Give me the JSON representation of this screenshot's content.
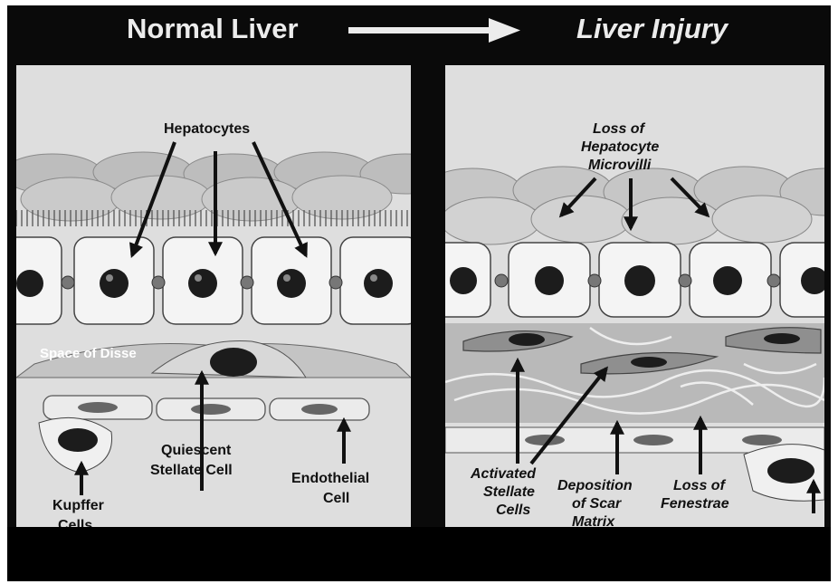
{
  "header": {
    "left_title": "Normal Liver",
    "right_title": "Liver Injury"
  },
  "left_panel": {
    "labels": {
      "hepatocytes": "Hepatocytes",
      "space_of_disse": "Space of Disse",
      "quiescent_1": "Quiescent",
      "quiescent_2": "Stellate Cell",
      "endothelial_1": "Endothelial",
      "endothelial_2": "Cell",
      "kupffer_1": "Kupffer",
      "kupffer_2": "Cells"
    }
  },
  "right_panel": {
    "labels": {
      "loss_1": "Loss of",
      "loss_2": "Hepatocyte",
      "loss_3": "Microvilli",
      "activated_1": "Activated",
      "activated_2": "Stellate",
      "activated_3": "Cells",
      "deposition_1": "Deposition",
      "deposition_2": "of Scar",
      "deposition_3": "Matrix",
      "fenestrae_1": "Loss of",
      "fenestrae_2": "Fenestrae"
    }
  },
  "colors": {
    "frame": "#0a0a0a",
    "panel": "#dedede",
    "cell": "#f4f4f4",
    "nucleus": "#1c1c1c",
    "arrow": "#111111"
  }
}
